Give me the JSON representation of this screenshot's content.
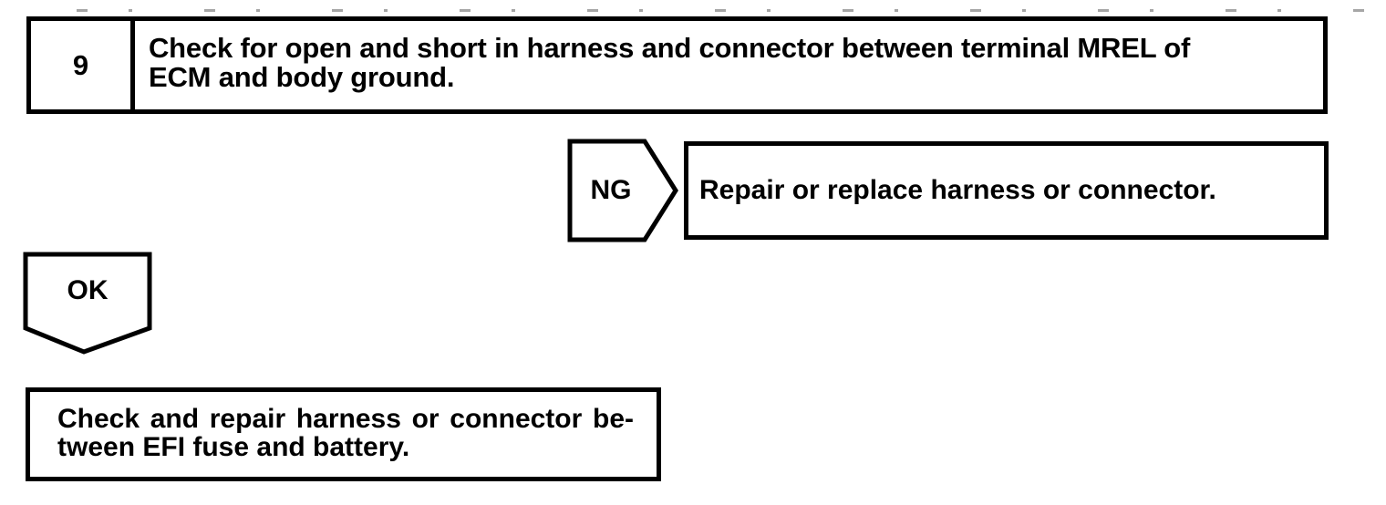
{
  "page": {
    "background": "#ffffff",
    "ink": "#000000"
  },
  "flowchart": {
    "step_box": {
      "number": "9",
      "instruction_lines": [
        "Check for open and short in harness and connector between terminal MREL of",
        "ECM and body ground."
      ]
    },
    "ng_branch": {
      "connector_label": "NG",
      "action": "Repair or replace harness or connector."
    },
    "ok_branch": {
      "connector_label": "OK",
      "action_lines": [
        "Check and repair harness or connector be-",
        "tween EFI fuse and battery."
      ]
    }
  }
}
